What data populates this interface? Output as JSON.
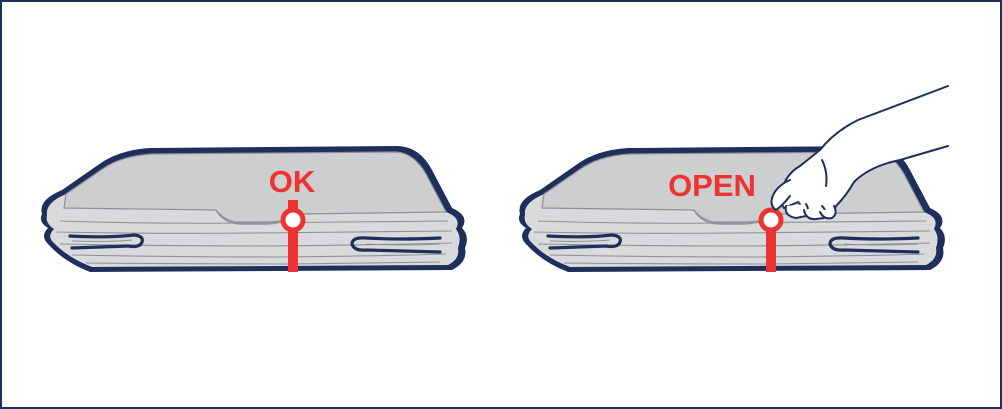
{
  "panels": [
    {
      "id": "closed",
      "label": "OK"
    },
    {
      "id": "open",
      "label": "OPEN"
    }
  ],
  "colors": {
    "outline": "#1f2f5c",
    "fabric": "#d9dadb",
    "fabric_top": "#cdcecf",
    "fold_line": "#8e9295",
    "accent": "#ee3333",
    "hand": "#ffffff"
  }
}
